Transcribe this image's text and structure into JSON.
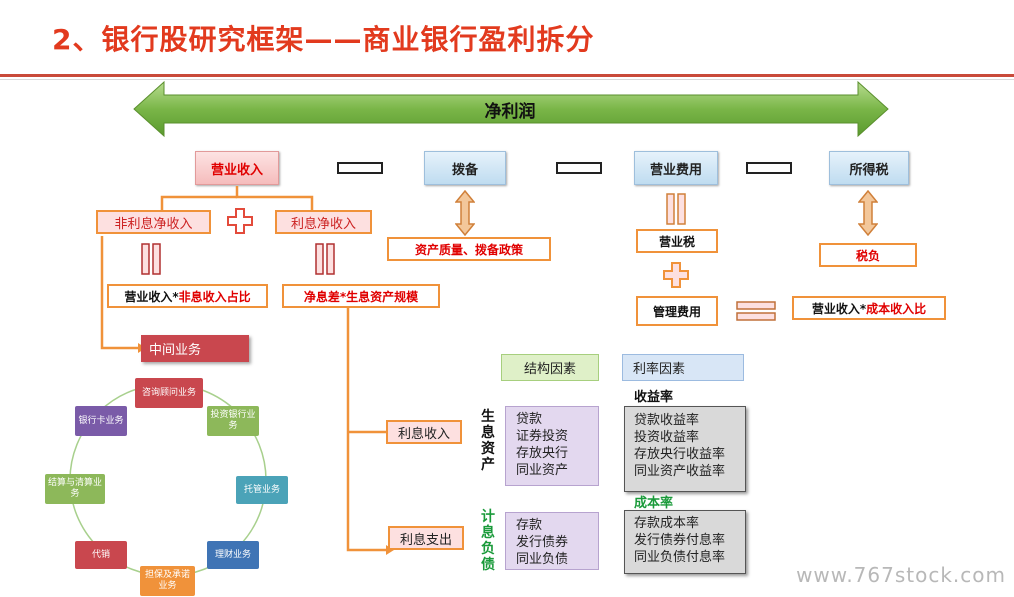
{
  "title": "2、银行股研究框架——商业银行盈利拆分",
  "banner": {
    "label": "净利润"
  },
  "top_row": [
    {
      "label": "营业收入"
    },
    {
      "label": "拨备"
    },
    {
      "label": "营业费用"
    },
    {
      "label": "所得税"
    }
  ],
  "provision_note": "资产质量、拨备政策",
  "opex": {
    "item1": "营业税",
    "item2": "管理费用",
    "ratio_prefix": "营业收入*",
    "ratio_suffix": "成本收入比"
  },
  "tax_note": "税负",
  "non_interest": {
    "label": "非利息净收入",
    "formula_prefix": "营业收入*",
    "formula_suffix": "非息收入占比"
  },
  "interest": {
    "label": "利息净收入",
    "formula": "净息差*生息资产规模"
  },
  "intermediary": {
    "label": "中间业务"
  },
  "circle_items": [
    "咨询顾问业务",
    "投资银行业务",
    "托管业务",
    "理财业务",
    "担保及承诺业务",
    "代销",
    "结算与清算业务",
    "银行卡业务"
  ],
  "factors": {
    "structure": "结构因素",
    "rate": "利率因素"
  },
  "income": {
    "label": "利息收入",
    "side_label": "生息资产",
    "assets": [
      "贷款",
      "证券投资",
      "存放央行",
      "同业资产"
    ],
    "yield_title": "收益率",
    "yields": [
      "贷款收益率",
      "投资收益率",
      "存放央行收益率",
      "同业资产收益率"
    ]
  },
  "expense": {
    "label": "利息支出",
    "side_label": "计息负债",
    "liabilities": [
      "存款",
      "发行债券",
      "同业负债"
    ],
    "cost_title": "成本率",
    "costs": [
      "存款成本率",
      "发行债券付息率",
      "同业负债付息率"
    ]
  },
  "watermark": "www.767stock.com",
  "colors": {
    "title": "#e23a1e",
    "arrow": "#7ab648",
    "connector": "#f0923a",
    "accent_red": "#e00000",
    "green_text": "#1a9a3a"
  }
}
